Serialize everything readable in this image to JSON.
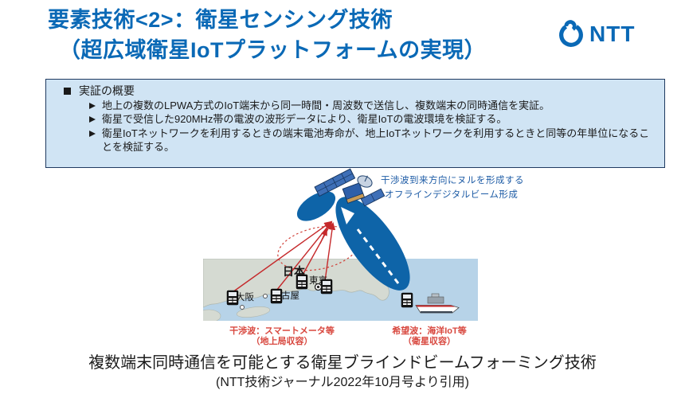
{
  "page": {
    "title_line1": "要素技術<2>：衛星センシング技術",
    "title_line2": "（超広域衛星IoTプラットフォームの実現）"
  },
  "brand": {
    "logo_text": "NTT",
    "brand_color": "#0A69B6"
  },
  "overview": {
    "heading": "実証の概要",
    "bullets": [
      "地上の複数のLPWA方式のIoT端末から同一時間・周波数で送信し、複数端末の同時通信を実証。",
      "衛星で受信した920MHz帯の電波の波形データにより、衛星IoTの電波環境を検証する。",
      "衛星IoTネットワークを利用するときの端末電池寿命が、地上IoTネットワークを利用するときと同等の年単位になることを検証する。"
    ]
  },
  "diagram": {
    "beam_note_line1": "干渉波到来方向にヌルを形成する",
    "beam_note_line2": "オフラインデジタルビーム形成",
    "map_labels": {
      "country": "日本",
      "tokyo": "東京",
      "osaka": "大阪",
      "nagoya": "古屋"
    },
    "interference_caption_line1": "干渉波：スマートメータ等",
    "interference_caption_line2": "（地上局収容）",
    "desired_caption_line1": "希望波：海洋IoT等",
    "desired_caption_line2": "（衛星収容）",
    "colors": {
      "beam_blue": "#0E64A8",
      "sea_blue": "#B7D3E8",
      "land_gray": "#D5DAD2",
      "signal_red": "#C5292B",
      "caption_red": "#D8473E",
      "note_blue": "#1E5CA6"
    }
  },
  "caption": {
    "line1": "複数端末同時通信を可能とする衛星ブラインドビームフォーミング技術",
    "line2": "(NTT技術ジャーナル2022年10月号より引用)"
  },
  "icons": {
    "logo_icon": "ntt-dynamic-loop-icon",
    "heading_bullet": "black-square",
    "sub_bullet": "right-arrowhead",
    "diagram_icons": [
      "satellite-icon",
      "smart-meter-icon",
      "ship-icon",
      "target-bullseye-icon"
    ]
  }
}
